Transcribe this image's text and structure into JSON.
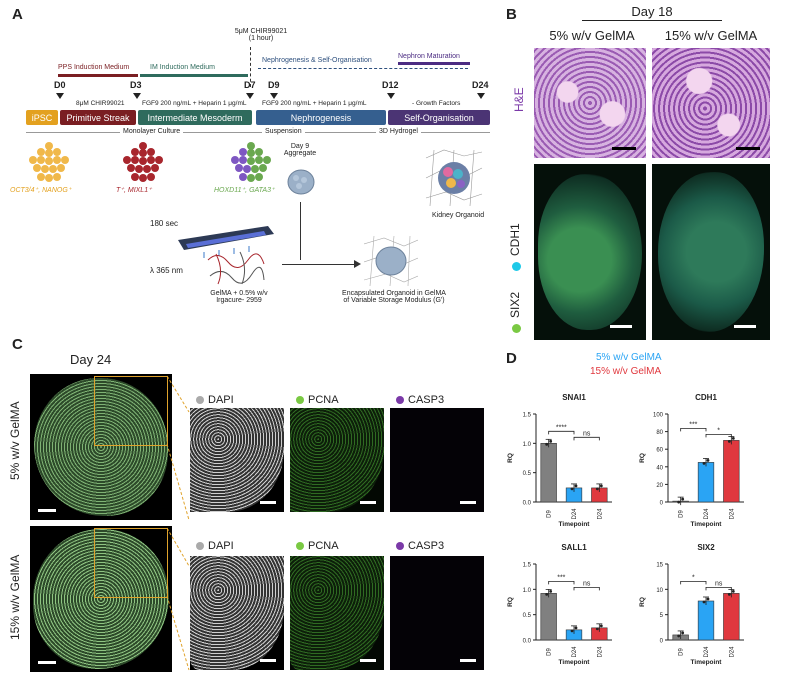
{
  "panel_labels": {
    "a": "A",
    "b": "B",
    "c": "C",
    "d": "D"
  },
  "panel_a": {
    "top_note": "5μM CHIR99021",
    "top_note2": "(1 hour)",
    "phases": {
      "pps": "PPS Induction Medium",
      "im": "IM Induction Medium",
      "nephro": "Nephrogenesis & Self-Organisation",
      "maturation": "Nephron Maturation"
    },
    "days": [
      "D0",
      "D3",
      "D7",
      "D9",
      "D12",
      "D24"
    ],
    "conditions": {
      "chir": "8μM CHIR99021",
      "fgf1": "FGF9 200 ng/mL + Heparin 1 μg/mL",
      "fgf2": "FGF9 200 ng/mL + Heparin 1 μg/mL",
      "growth": "- Growth Factors"
    },
    "stages": [
      "iPSC",
      "Primitive Streak",
      "Intermediate Mesoderm",
      "Nephrogenesis",
      "Self-Organisation"
    ],
    "culture": {
      "monolayer": "Monolayer Culture",
      "suspension": "Suspension",
      "hydrogel": "3D Hydrogel"
    },
    "markers": {
      "ipsc": "OCT3/4⁺, NANOG⁺",
      "ps": "T⁺, MIXL1⁺",
      "im": "HOXD11⁺, GATA3⁺"
    },
    "aggregate": "Day 9\nAggregate",
    "aggregate_l1": "Day 9",
    "aggregate_l2": "Aggregate",
    "kidney": "Kidney Organoid",
    "uv_time": "180 sec",
    "uv_wave": "λ 365 nm",
    "gel_l1": "GelMA + 0.5% w/v",
    "gel_l2": "Irgacure- 2959",
    "encap_l1": "Encapsulated Organoid in GelMA",
    "encap_l2": "of Variable Storage Modulus (G')"
  },
  "panel_b": {
    "day": "Day 18",
    "col1": "5% w/v GelMA",
    "col2": "15% w/v GelMA",
    "row1": "H&E",
    "row2a": "CDH1",
    "row2b": "SIX2"
  },
  "panel_c": {
    "day": "Day 24",
    "row1": "5% w/v GelMA",
    "row2": "15% w/v GelMA",
    "channels": [
      "DAPI",
      "PCNA",
      "CASP3"
    ]
  },
  "panel_d": {
    "legend": {
      "a": "5% w/v GelMA",
      "b": "15% w/v GelMA"
    },
    "colors": {
      "D9": "#808080",
      "5": "#2aa4f4",
      "15": "#e0383e"
    }
  },
  "chart_data": [
    {
      "type": "bar",
      "title": "SNAI1",
      "ylabel": "RQ",
      "xlabel": "Timepoint",
      "categories": [
        "D9",
        "D24",
        "D24"
      ],
      "values": [
        1.0,
        0.24,
        0.24
      ],
      "ylim": [
        0,
        1.5
      ],
      "yticks": [
        "0.0",
        "0.5",
        "1.0",
        "1.5"
      ],
      "sig": [
        {
          "label": "****",
          "from": 0,
          "to": 1
        },
        {
          "label": "ns",
          "from": 1,
          "to": 2
        }
      ]
    },
    {
      "type": "bar",
      "title": "CDH1",
      "ylabel": "RQ",
      "xlabel": "Timepoint",
      "categories": [
        "D9",
        "D24",
        "D24"
      ],
      "values": [
        1,
        45,
        70
      ],
      "ylim": [
        0,
        100
      ],
      "yticks": [
        "0",
        "20",
        "40",
        "60",
        "80",
        "100"
      ],
      "sig": [
        {
          "label": "***",
          "from": 0,
          "to": 1
        },
        {
          "label": "*",
          "from": 1,
          "to": 2
        }
      ]
    },
    {
      "type": "bar",
      "title": "SALL1",
      "ylabel": "RQ",
      "xlabel": "Timepoint",
      "categories": [
        "D9",
        "D24",
        "D24"
      ],
      "values": [
        0.92,
        0.2,
        0.24
      ],
      "ylim": [
        0,
        1.5
      ],
      "yticks": [
        "0.0",
        "0.5",
        "1.0",
        "1.5"
      ],
      "sig": [
        {
          "label": "***",
          "from": 0,
          "to": 1
        },
        {
          "label": "ns",
          "from": 1,
          "to": 2
        }
      ]
    },
    {
      "type": "bar",
      "title": "SIX2",
      "ylabel": "RQ",
      "xlabel": "Timepoint",
      "categories": [
        "D9",
        "D24",
        "D24"
      ],
      "values": [
        1,
        7.7,
        9.2
      ],
      "ylim": [
        0,
        15
      ],
      "yticks": [
        "0",
        "5",
        "10",
        "15"
      ],
      "sig": [
        {
          "label": "*",
          "from": 0,
          "to": 1
        },
        {
          "label": "ns",
          "from": 1,
          "to": 2
        }
      ]
    }
  ]
}
